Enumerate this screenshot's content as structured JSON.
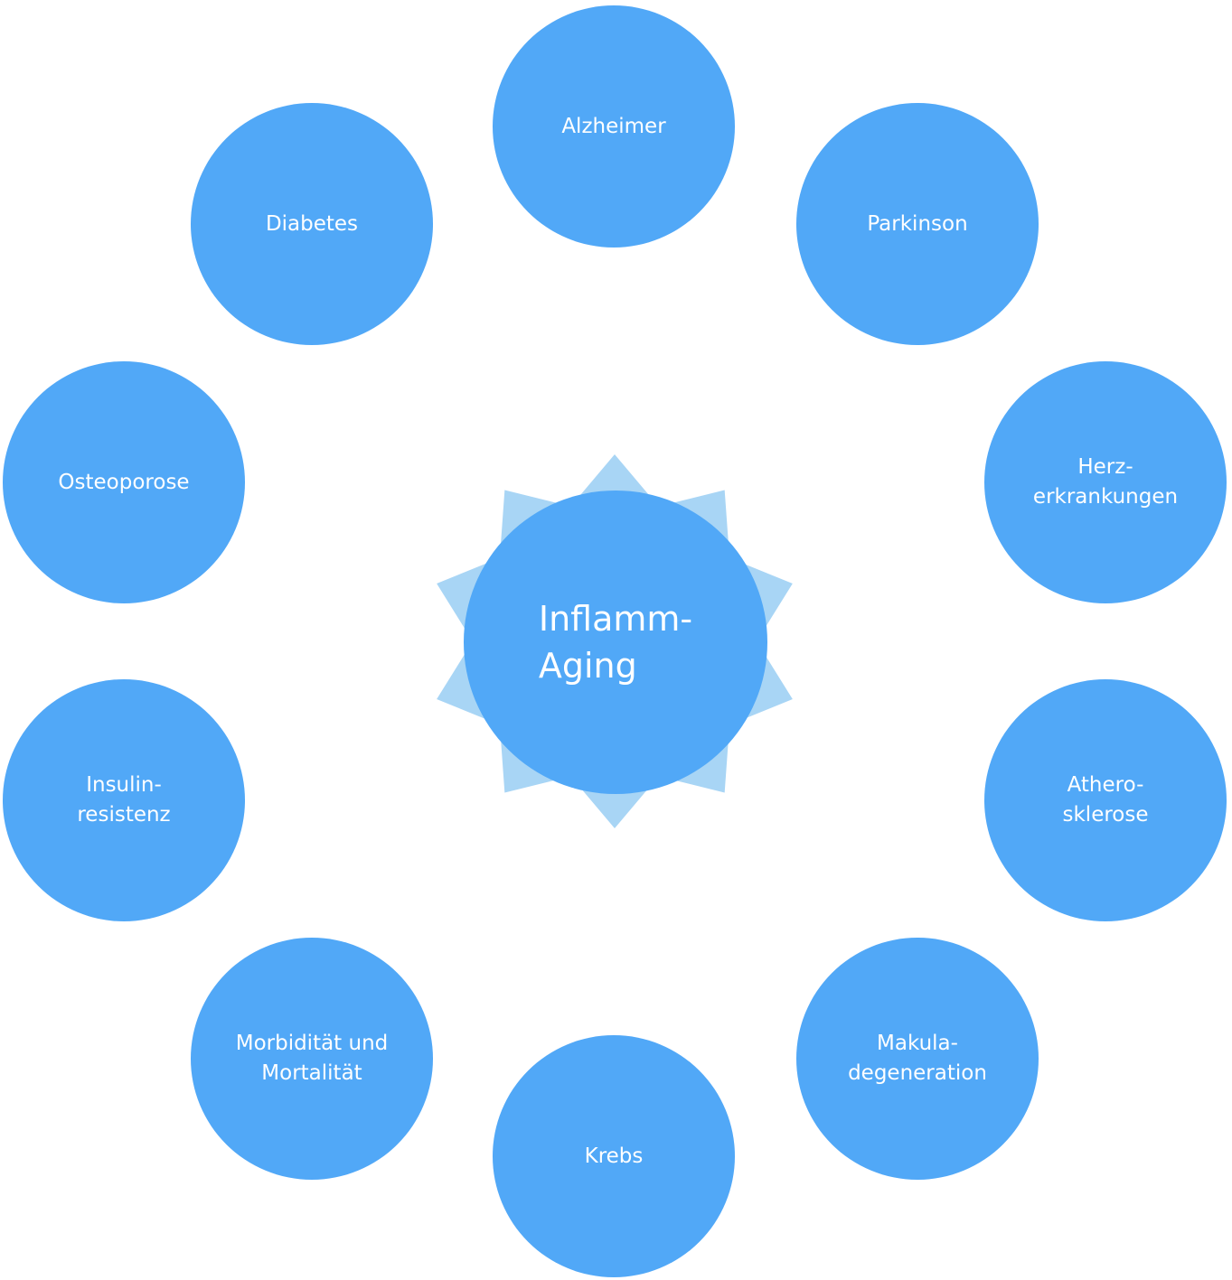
{
  "diagram": {
    "center": {
      "label": "Inflamm-\nAging"
    },
    "nodes": [
      {
        "label": "Alzheimer"
      },
      {
        "label": "Parkinson"
      },
      {
        "label": "Herz-\nerkrankungen"
      },
      {
        "label": "Athero-\nsklerose"
      },
      {
        "label": "Makula-\ndegeneration"
      },
      {
        "label": "Krebs"
      },
      {
        "label": "Morbidität und\nMortalität"
      },
      {
        "label": "Insulin-\nresistenz"
      },
      {
        "label": "Osteoporose"
      },
      {
        "label": "Diabetes"
      }
    ],
    "colors": {
      "node_fill": "#51a8f7",
      "arrow_fill": "#a8d5f5",
      "text": "#ffffff"
    }
  }
}
